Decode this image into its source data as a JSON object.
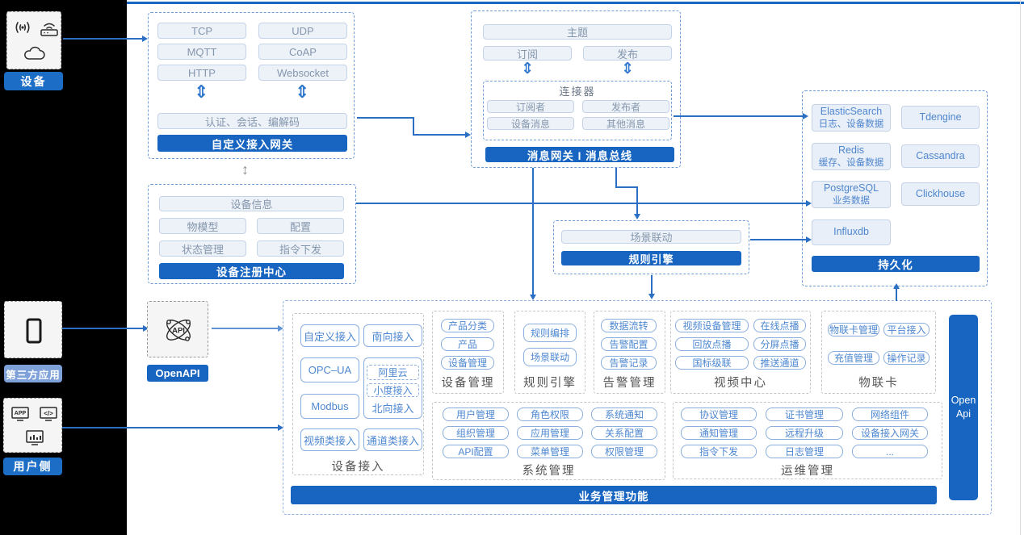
{
  "icons": {
    "double_arrow": "⇕",
    "updown_arrow": "↕"
  },
  "rail": {
    "devices": {
      "label": "设备"
    },
    "third_party": {
      "label": "第三方应用"
    },
    "user_side": {
      "label": "用户侧"
    }
  },
  "custom_gateway": {
    "protocols": [
      "TCP",
      "UDP",
      "MQTT",
      "CoAP",
      "HTTP",
      "Websocket"
    ],
    "session_bar": "认证、会话、编解码",
    "title": "自定义接入网关"
  },
  "device_registry": {
    "info": "设备信息",
    "cells": [
      "物模型",
      "配置",
      "状态管理",
      "指令下发"
    ],
    "title": "设备注册中心"
  },
  "message_gateway": {
    "topic": "主题",
    "subscribe": "订阅",
    "publish": "发布",
    "connector": {
      "title": "连接器",
      "cells": [
        "订阅者",
        "发布者",
        "设备消息",
        "其他消息"
      ]
    },
    "title": "消息网关 I 消息总线"
  },
  "rule_engine_box": {
    "scene": "场景联动",
    "title": "规则引擎"
  },
  "persistence": {
    "items": [
      {
        "name": "ElasticSearch",
        "sub": "日志、设备数据"
      },
      {
        "name": "Tdengine",
        "sub": ""
      },
      {
        "name": "Redis",
        "sub": "缓存、设备数据"
      },
      {
        "name": "Cassandra",
        "sub": ""
      },
      {
        "name": "PostgreSQL",
        "sub": "业务数据"
      },
      {
        "name": "Clickhouse",
        "sub": ""
      },
      {
        "name": "Influxdb",
        "sub": ""
      }
    ],
    "title": "持久化"
  },
  "open_api": {
    "label": "OpenAPI"
  },
  "business": {
    "title": "业务管理功能",
    "open_api_bar": "Open Api",
    "device_access": {
      "title": "设备接入",
      "pills": [
        "自定义接入",
        "南向接入",
        "OPC–UA",
        "Modbus",
        "视频类接入",
        "通道类接入"
      ],
      "north": {
        "ali": "阿里云",
        "xiaodu": "小度接入",
        "label": "北向接入"
      }
    },
    "device_mgmt": {
      "title": "设备管理",
      "pills": [
        "产品分类",
        "产品",
        "设备管理"
      ]
    },
    "rule_engine": {
      "title": "规则引擎",
      "pills": [
        "规则编排",
        "场景联动"
      ]
    },
    "alarm": {
      "title": "告警管理",
      "pills": [
        "数据流转",
        "告警配置",
        "告警记录"
      ]
    },
    "video": {
      "title": "视频中心",
      "pills": [
        "视频设备管理",
        "在线点播",
        "回放点播",
        "分屏点播",
        "国标级联",
        "推送通道"
      ]
    },
    "iot_card": {
      "title": "物联卡",
      "pills": [
        "物联卡管理",
        "平台接入",
        "充值管理",
        "操作记录"
      ]
    },
    "system": {
      "title": "系统管理",
      "pills": [
        "用户管理",
        "角色权限",
        "系统通知",
        "组织管理",
        "应用管理",
        "关系配置",
        "API配置",
        "菜单管理",
        "权限管理"
      ]
    },
    "ops": {
      "title": "运维管理",
      "pills": [
        "协议管理",
        "证书管理",
        "网络组件",
        "通知管理",
        "远程升级",
        "设备接入网关",
        "指令下发",
        "日志管理",
        "..."
      ]
    }
  }
}
